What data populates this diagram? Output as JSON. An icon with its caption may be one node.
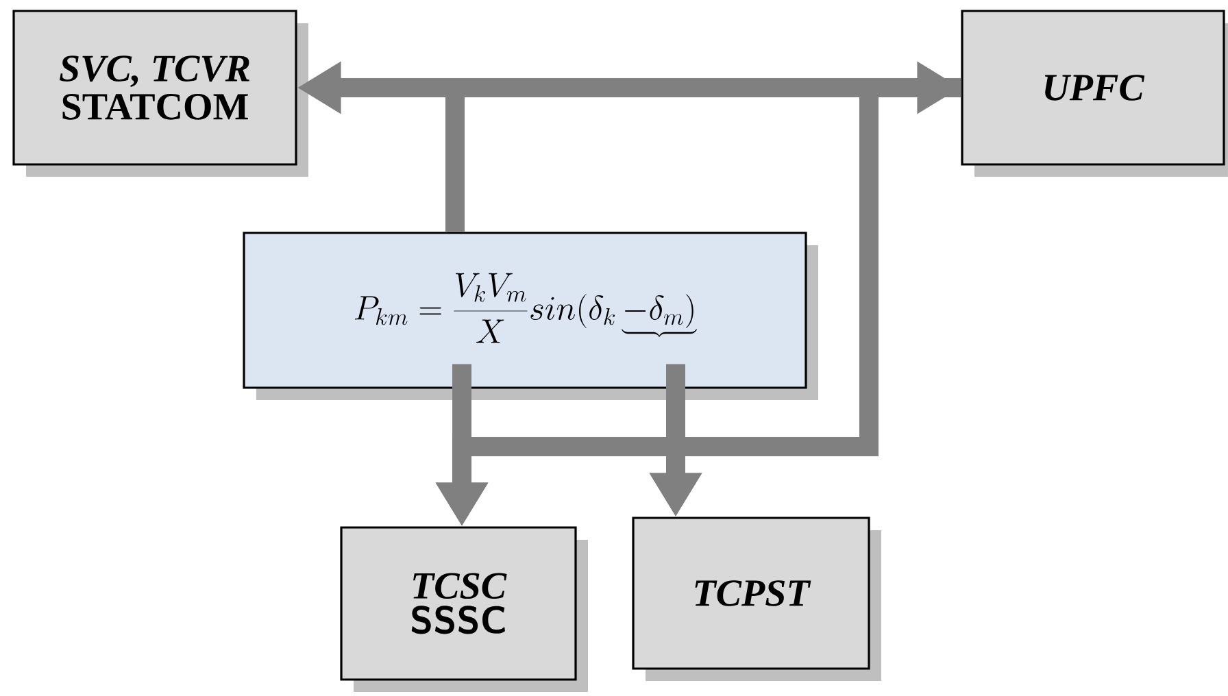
{
  "diagram": {
    "nodes": [
      {
        "text": [
          "SVC, TCVR",
          "STATCOM"
        ]
      },
      {
        "text": [
          "UPFC"
        ]
      },
      {
        "text": [
          "P_{km} = \\frac{V_k V_m}{X} sin(\\delta_k \\underbrace{- \\delta_m)}_{}"
        ]
      },
      {
        "text": [
          "TCSC",
          "SSSC"
        ]
      },
      {
        "text": [
          "TCPST"
        ]
      }
    ],
    "edges": [
      {
        "from": 2,
        "to": 0,
        "arrow": "to"
      },
      {
        "from": 2,
        "to": 1,
        "arrow": "to"
      },
      {
        "from": 2,
        "to": 3,
        "arrow": "to"
      },
      {
        "from": 2,
        "to": 4,
        "arrow": "to"
      },
      {
        "from": 1,
        "to": 3,
        "arrow": "to"
      },
      {
        "from": 1,
        "to": 4,
        "arrow": "to"
      }
    ]
  }
}
